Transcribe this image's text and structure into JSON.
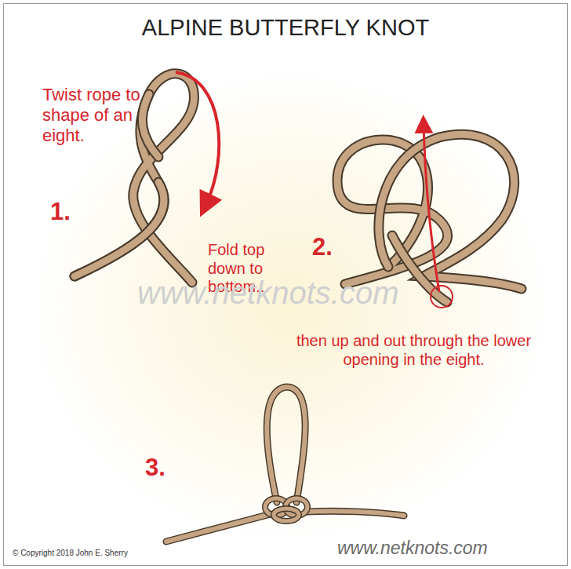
{
  "diagram": {
    "title": "ALPINE BUTTERFLY KNOT",
    "labels": [
      "Twist rope to shape of an eight.",
      "1.",
      "Fold top down to bottom...",
      "2.",
      "then up and out through the lower opening in the eight.",
      "3.",
      "www.netknots.com",
      "© Copyright 2018 John E. Sherry",
      "www.netknots.com"
    ]
  }
}
